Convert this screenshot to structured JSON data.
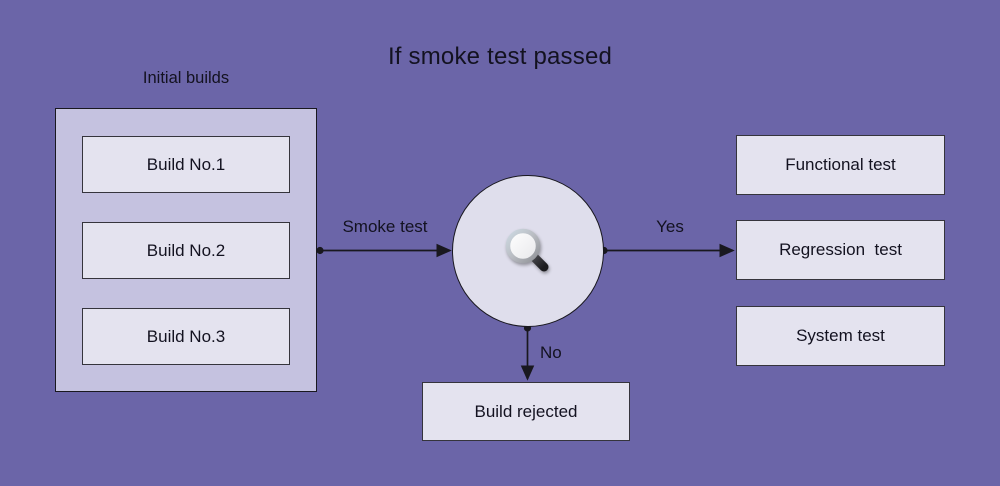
{
  "title": "If smoke test passed",
  "colors": {
    "background": "#6b65a8",
    "container_fill": "#c5c2e0",
    "box_fill": "#e4e3ef",
    "circle_fill": "#dfdeec",
    "line": "#19181f",
    "text": "#131220"
  },
  "initial_builds": {
    "label": "Initial builds",
    "items": [
      "Build No.1",
      "Build No.2",
      "Build No.3"
    ]
  },
  "decision": {
    "icon": "magnifying-glass-icon"
  },
  "edges": {
    "smoke_test": "Smoke test",
    "yes": "Yes",
    "no": "No"
  },
  "outputs": [
    "Functional test",
    "Regression  test",
    "System test"
  ],
  "rejected": "Build rejected"
}
